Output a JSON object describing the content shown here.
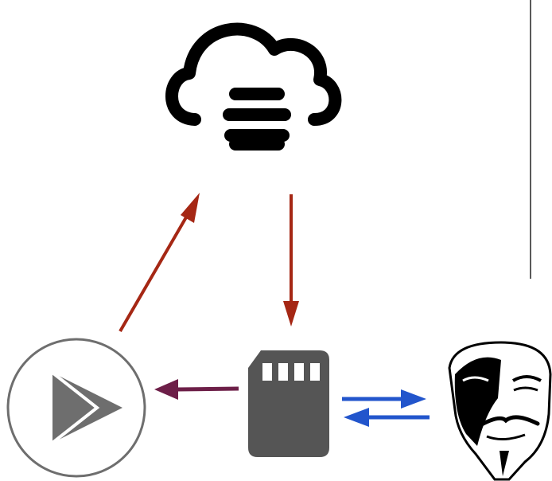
{
  "diagram": {
    "nodes": [
      {
        "id": "cloud-server",
        "icon": "cloud-database-icon",
        "color": "#000000"
      },
      {
        "id": "app-store",
        "icon": "play-store-icon",
        "color": "#6e6e6e"
      },
      {
        "id": "sd-card",
        "icon": "sd-card-icon",
        "color": "#555555"
      },
      {
        "id": "attacker",
        "icon": "guy-fawkes-mask-icon",
        "color": "#000000"
      }
    ],
    "edges": [
      {
        "from": "app-store",
        "to": "cloud-server",
        "color": "#a52714"
      },
      {
        "from": "cloud-server",
        "to": "sd-card",
        "color": "#a52714"
      },
      {
        "from": "sd-card",
        "to": "app-store",
        "color": "#6d1f48"
      },
      {
        "from": "sd-card",
        "to": "attacker",
        "color": "#2255cc"
      },
      {
        "from": "attacker",
        "to": "sd-card",
        "color": "#2255cc"
      }
    ]
  }
}
